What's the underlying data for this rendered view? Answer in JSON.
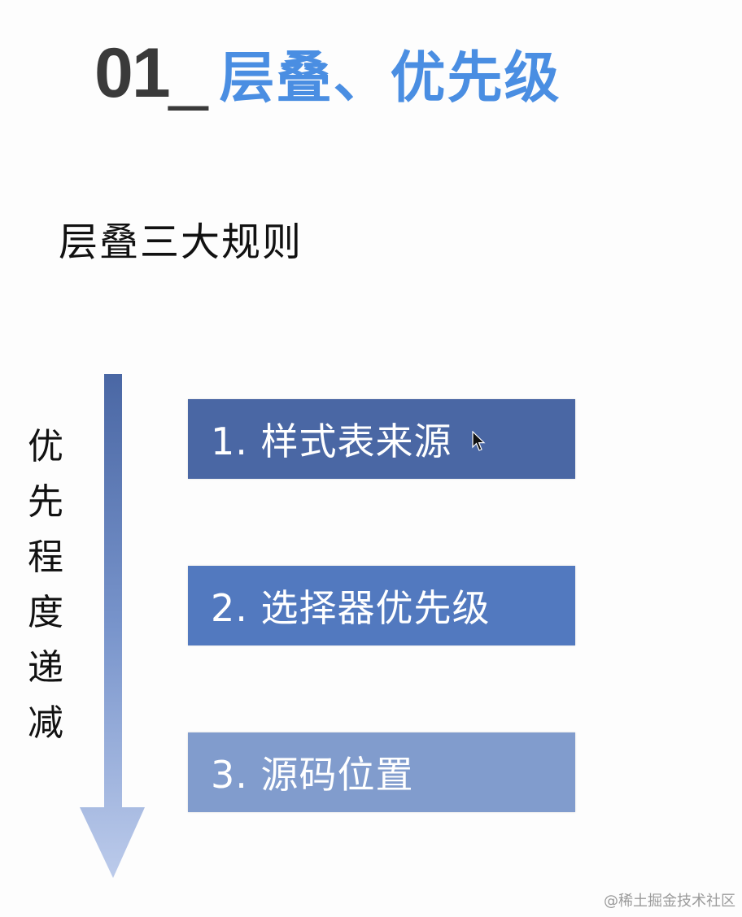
{
  "title": {
    "number": "01",
    "separator": "_",
    "text": "层叠、优先级"
  },
  "subtitle": "层叠三大规则",
  "priority_label": {
    "chars": [
      "优",
      "先",
      "程",
      "度",
      "递",
      "减"
    ],
    "full_text": "优先程度递减"
  },
  "arrow": {
    "direction": "down",
    "color_top": "#4a67a4",
    "color_bottom": "#b8c9ea",
    "icon": "down-arrow-icon"
  },
  "rules": [
    {
      "label": "1. 样式表来源",
      "color": "#4a67a4"
    },
    {
      "label": "2. 选择器优先级",
      "color": "#5279bf"
    },
    {
      "label": "3. 源码位置",
      "color": "#819ccd"
    }
  ],
  "colors": {
    "title_number": "#3a3a3a",
    "title_accent": "#4a8ee2",
    "background": "#fdfdfd",
    "text": "#111111"
  },
  "watermark": "@稀土掘金技术社区"
}
